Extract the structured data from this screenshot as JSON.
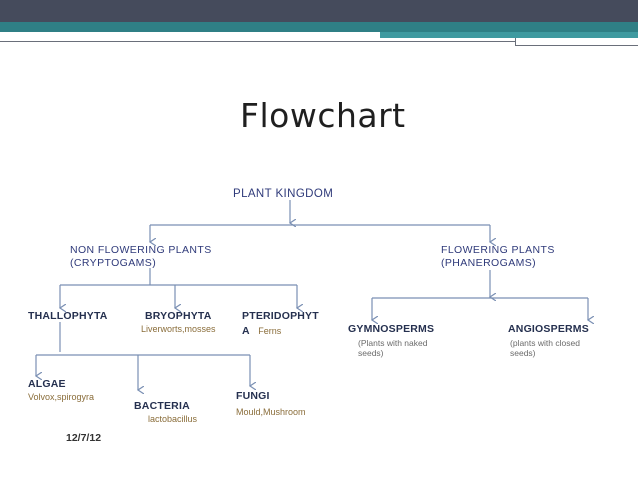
{
  "slide": {
    "title": "Flowchart",
    "date": "12/7/12",
    "accent_dark": "#454b5c",
    "accent_teal": "#2f7f85"
  },
  "diagram": {
    "root": "PLANT KINGDOM",
    "non_flowering": {
      "line1": "NON FLOWERING PLANTS",
      "line2": "(CRYPTOGAMS)"
    },
    "flowering": {
      "line1": "FLOWERING  PLANTS",
      "line2": "(PHANEROGAMS)"
    },
    "thallophyta": "THALLOPHYTA",
    "bryophyta": {
      "name": "BRYOPHYTA",
      "examples": "Liverworts,mosses"
    },
    "pteridophyta": {
      "line1": "PTERIDOPHYT",
      "line2": "A",
      "examples": "Ferns"
    },
    "gymnosperms": {
      "name": "GYMNOSPERMS",
      "desc1": "(Plants with naked",
      "desc2": "seeds)"
    },
    "angiosperms": {
      "name": "ANGIOSPERMS",
      "desc1": "(plants with closed",
      "desc2": "seeds)"
    },
    "algae": {
      "name": "ALGAE",
      "examples": "Volvox,spirogyra"
    },
    "bacteria": {
      "name": "BACTERIA",
      "examples": "lactobacillus"
    },
    "fungi": {
      "name": "FUNGI",
      "examples": "Mould,Mushroom"
    }
  }
}
